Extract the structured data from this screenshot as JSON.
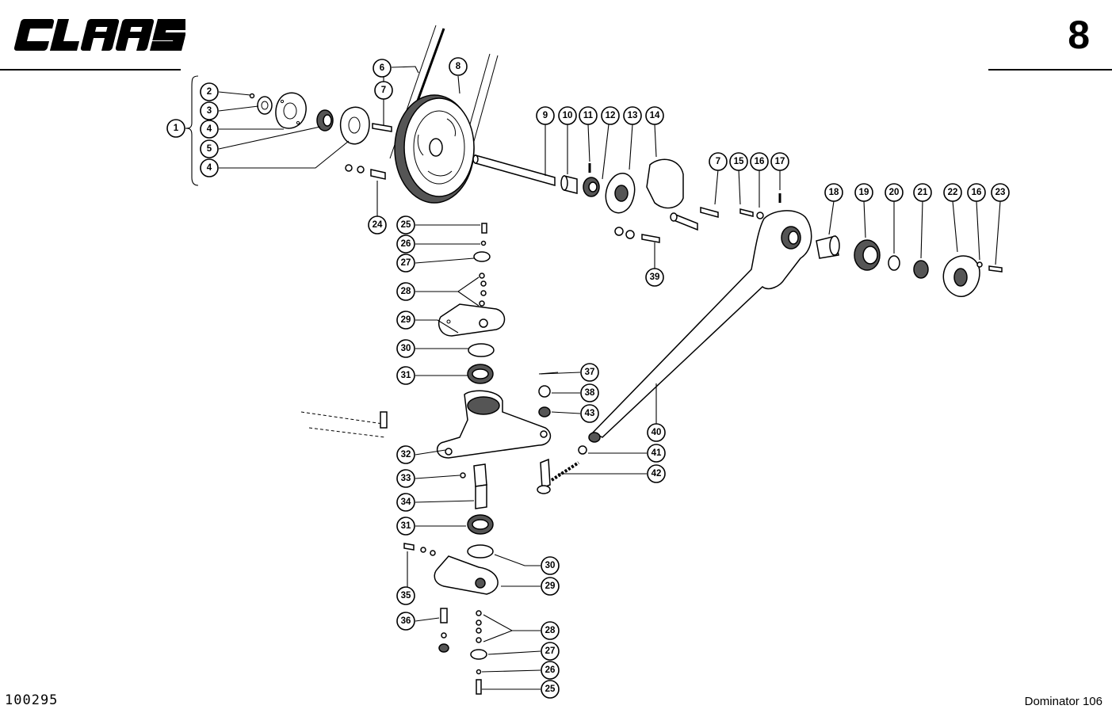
{
  "header": {
    "brand": "CLAAS",
    "page_number": "8"
  },
  "footer": {
    "drawing_number": "100295",
    "model": "Dominator 106"
  },
  "callouts": [
    {
      "id": "c1",
      "label": "1"
    },
    {
      "id": "c2",
      "label": "2"
    },
    {
      "id": "c3",
      "label": "3"
    },
    {
      "id": "c4a",
      "label": "4"
    },
    {
      "id": "c5",
      "label": "5"
    },
    {
      "id": "c4b",
      "label": "4"
    },
    {
      "id": "c6",
      "label": "6"
    },
    {
      "id": "c7a",
      "label": "7"
    },
    {
      "id": "c8",
      "label": "8"
    },
    {
      "id": "c9",
      "label": "9"
    },
    {
      "id": "c10",
      "label": "10"
    },
    {
      "id": "c11",
      "label": "11"
    },
    {
      "id": "c12",
      "label": "12"
    },
    {
      "id": "c13",
      "label": "13"
    },
    {
      "id": "c14",
      "label": "14"
    },
    {
      "id": "c7b",
      "label": "7"
    },
    {
      "id": "c15",
      "label": "15"
    },
    {
      "id": "c16a",
      "label": "16"
    },
    {
      "id": "c17",
      "label": "17"
    },
    {
      "id": "c18",
      "label": "18"
    },
    {
      "id": "c19",
      "label": "19"
    },
    {
      "id": "c20",
      "label": "20"
    },
    {
      "id": "c21",
      "label": "21"
    },
    {
      "id": "c22",
      "label": "22"
    },
    {
      "id": "c16b",
      "label": "16"
    },
    {
      "id": "c23",
      "label": "23"
    },
    {
      "id": "c24",
      "label": "24"
    },
    {
      "id": "c25a",
      "label": "25"
    },
    {
      "id": "c26a",
      "label": "26"
    },
    {
      "id": "c27a",
      "label": "27"
    },
    {
      "id": "c28a",
      "label": "28"
    },
    {
      "id": "c29a",
      "label": "29"
    },
    {
      "id": "c30a",
      "label": "30"
    },
    {
      "id": "c31a",
      "label": "31"
    },
    {
      "id": "c37",
      "label": "37"
    },
    {
      "id": "c38",
      "label": "38"
    },
    {
      "id": "c43",
      "label": "43"
    },
    {
      "id": "c39",
      "label": "39"
    },
    {
      "id": "c40",
      "label": "40"
    },
    {
      "id": "c32",
      "label": "32"
    },
    {
      "id": "c41",
      "label": "41"
    },
    {
      "id": "c42",
      "label": "42"
    },
    {
      "id": "c33",
      "label": "33"
    },
    {
      "id": "c34",
      "label": "34"
    },
    {
      "id": "c31b",
      "label": "31"
    },
    {
      "id": "c30b",
      "label": "30"
    },
    {
      "id": "c29b",
      "label": "29"
    },
    {
      "id": "c35",
      "label": "35"
    },
    {
      "id": "c36",
      "label": "36"
    },
    {
      "id": "c28b",
      "label": "28"
    },
    {
      "id": "c27b",
      "label": "27"
    },
    {
      "id": "c26b",
      "label": "26"
    },
    {
      "id": "c25b",
      "label": "25"
    }
  ]
}
